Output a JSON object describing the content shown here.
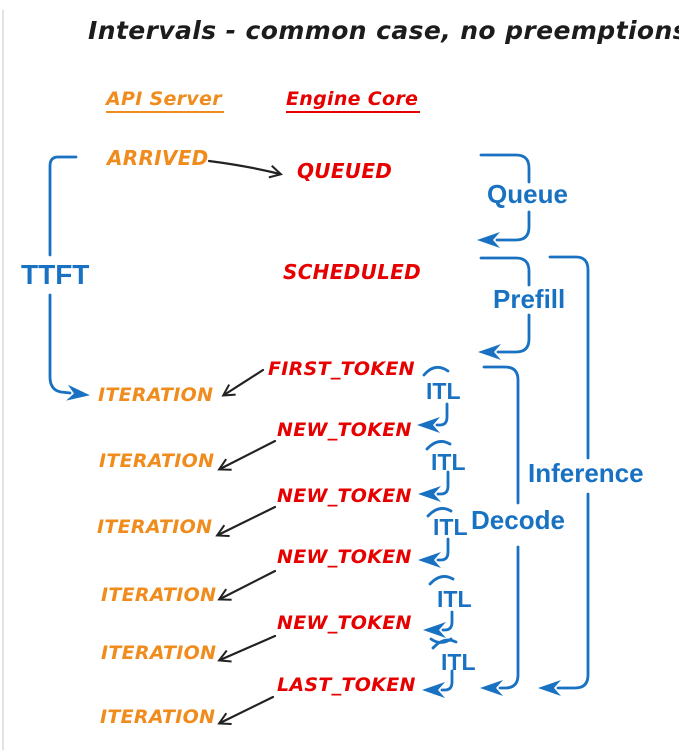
{
  "title": "Intervals - common case, no preemptions",
  "columns": {
    "api_server": "API Server",
    "engine_core": "Engine Core"
  },
  "api_events": {
    "arrived": "ARRIVED",
    "iteration": "ITERATION"
  },
  "engine_events": {
    "queued": "QUEUED",
    "scheduled": "SCHEDULED",
    "first_token": "FIRST_TOKEN",
    "new_token": "NEW_TOKEN",
    "last_token": "LAST_TOKEN"
  },
  "intervals": {
    "ttft": "TTFT",
    "queue": "Queue",
    "prefill": "Prefill",
    "itl": "ITL",
    "decode": "Decode",
    "inference": "Inference"
  },
  "counts": {
    "new_token_events": 4,
    "iteration_events": 6,
    "itl_intervals": 5
  },
  "colors": {
    "api_server": "#F08C1D",
    "engine_core": "#E60000",
    "interval": "#1971C2",
    "connector": "#222222",
    "background": "#FFFFFF"
  }
}
